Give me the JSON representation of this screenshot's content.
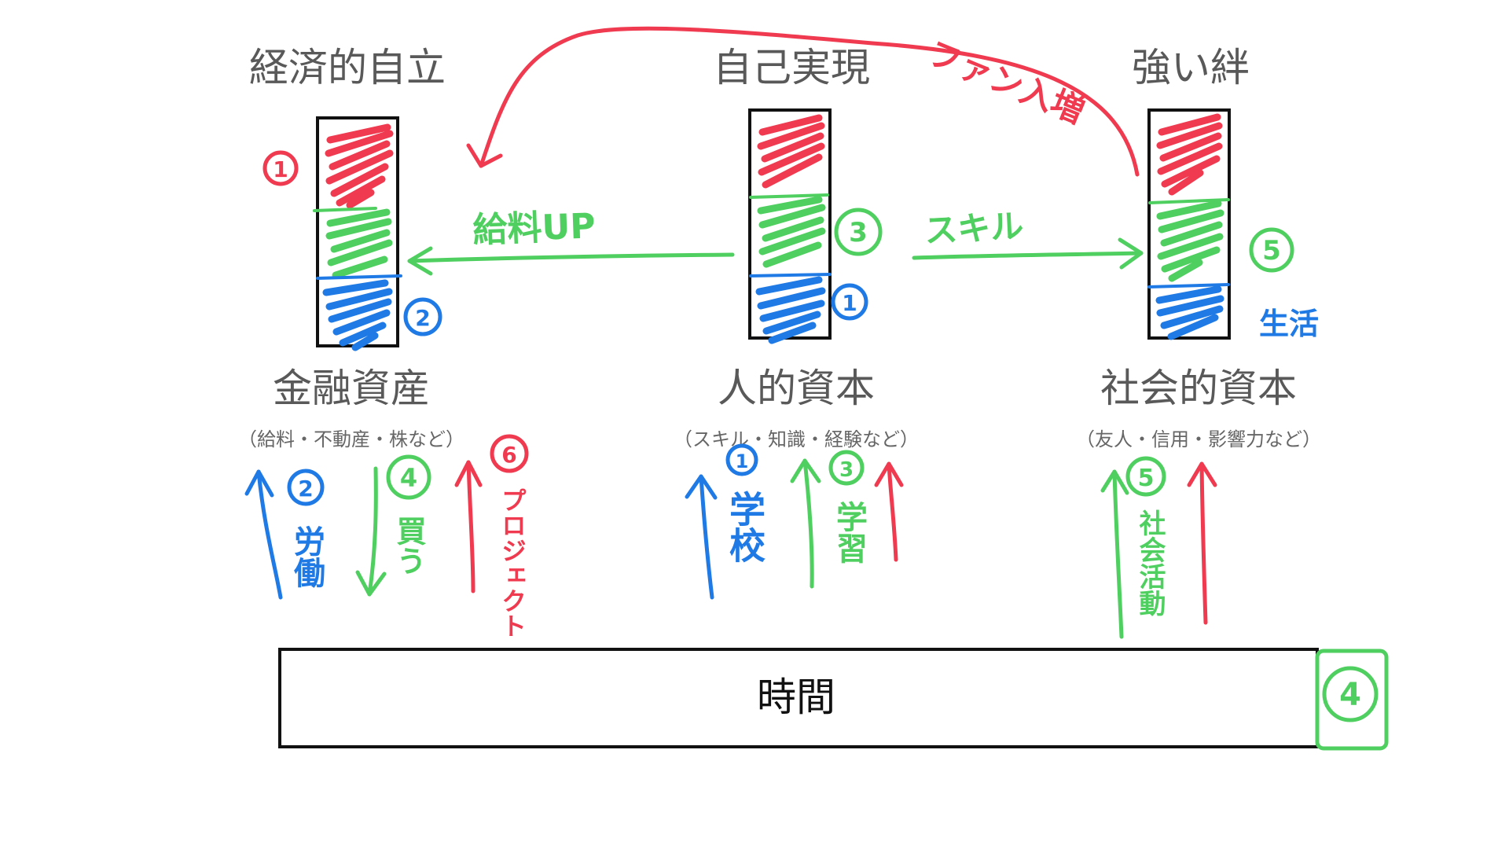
{
  "colors": {
    "red": "#ef3a4f",
    "green": "#4fcf5f",
    "blue": "#1f7ae6",
    "text": "#595959",
    "subtext": "#666666",
    "box": "#111111"
  },
  "top_labels": {
    "financial": "経済的自立",
    "self": "自己実現",
    "bond": "強い絆"
  },
  "bottom_labels": {
    "financial": "金融資産",
    "human": "人的資本",
    "social": "社会的資本"
  },
  "sub_labels": {
    "financial": "（給料・不動産・株など）",
    "human": "（スキル・知識・経験など）",
    "social": "（友人・信用・影響力など）"
  },
  "time_label": "時間",
  "annotations": {
    "fan_increase": "ファン入増",
    "salary_up": "給料UP",
    "skill": "スキル",
    "support": "生活"
  },
  "numbers": {
    "n1": "①",
    "n2": "②",
    "n3": "③",
    "n4": "④",
    "n5": "⑤",
    "n6": "⑥"
  },
  "activities": {
    "labor": "労働",
    "buy": "買う",
    "project": "プロジェクト",
    "school": "学校",
    "study": "学習",
    "social_activity": "社会活動"
  },
  "icons": {
    "arrow": "arrow-icon",
    "circled_number": "circled-number-icon"
  }
}
